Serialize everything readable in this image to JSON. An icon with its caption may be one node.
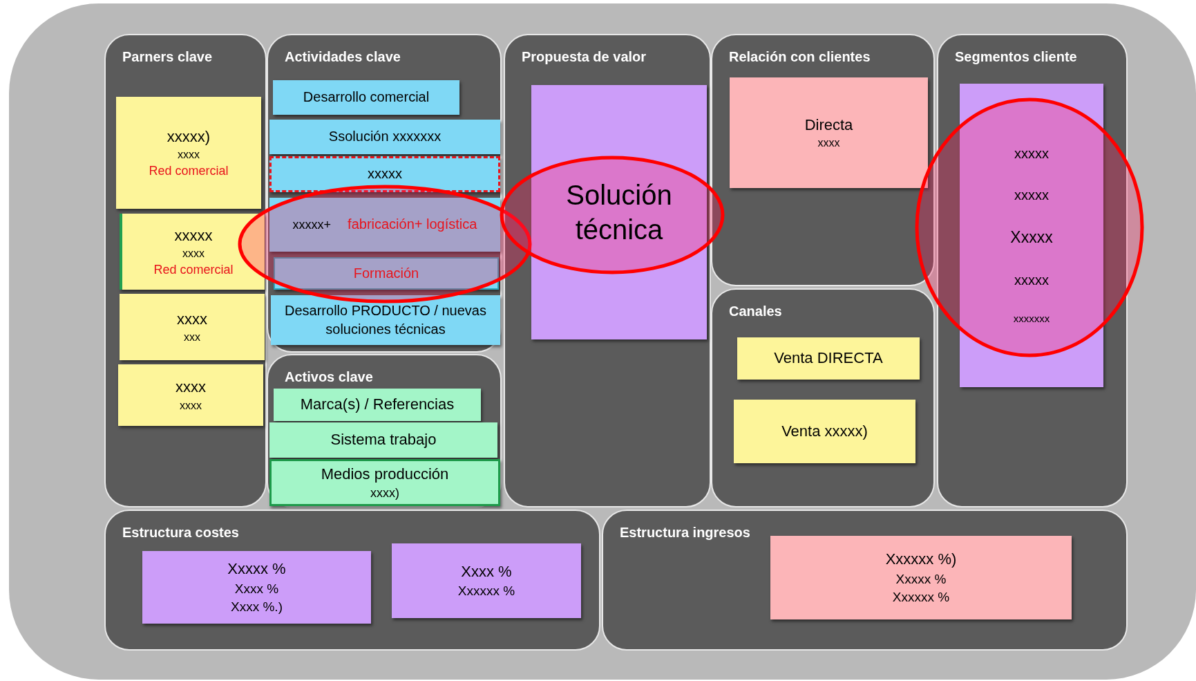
{
  "diagram": {
    "nodes": [
      {
        "text": [
          "Parners clave"
        ]
      },
      {
        "text": [
          "xxxxx)",
          "xxxx",
          "Red comercial"
        ],
        "in": 0
      },
      {
        "text": [
          "xxxxx",
          "xxxx",
          "Red comercial"
        ],
        "in": 0
      },
      {
        "text": [
          "xxxx",
          "xxx"
        ],
        "in": 0
      },
      {
        "text": [
          "xxxx",
          "xxxx"
        ],
        "in": 0
      },
      {
        "text": [
          "Actividades clave"
        ]
      },
      {
        "text": [
          "Desarrollo comercial"
        ],
        "in": 5
      },
      {
        "text": [
          "Ssolución xxxxxxx"
        ],
        "in": 5
      },
      {
        "text": [
          "xxxxx"
        ],
        "in": 5
      },
      {
        "text": [
          "xxxxx+",
          "fabricación+ logística"
        ],
        "in": 5
      },
      {
        "text": [
          "Formación"
        ],
        "in": 5
      },
      {
        "text": [
          "Desarrollo PRODUCTO / nuevas soluciones técnicas"
        ],
        "in": 5
      },
      {
        "text": [
          "Activos clave"
        ]
      },
      {
        "text": [
          "Marca(s) / Referencias"
        ],
        "in": 12
      },
      {
        "text": [
          "Sistema trabajo"
        ],
        "in": 12
      },
      {
        "text": [
          "Medios producción",
          "xxxx)"
        ],
        "in": 12
      },
      {
        "text": [
          "Propuesta de valor"
        ]
      },
      {
        "text": [
          "Solución técnica"
        ],
        "in": 16
      },
      {
        "text": [
          "Relación con clientes"
        ]
      },
      {
        "text": [
          "Directa",
          "xxxx"
        ],
        "in": 18
      },
      {
        "text": [
          "Canales"
        ]
      },
      {
        "text": [
          "Venta DIRECTA"
        ],
        "in": 20
      },
      {
        "text": [
          "Venta xxxxx)"
        ],
        "in": 20
      },
      {
        "text": [
          "Segmentos cliente"
        ]
      },
      {
        "text": [
          "xxxxx",
          "xxxxx",
          "Xxxxx",
          "xxxxx",
          "xxxxxxx"
        ],
        "in": 23
      },
      {
        "text": [
          "Estructura costes"
        ]
      },
      {
        "text": [
          "Xxxxx %",
          "Xxxx %",
          "Xxxx %.)"
        ],
        "in": 25
      },
      {
        "text": [
          "Xxxx %",
          "Xxxxxx %"
        ],
        "in": 25
      },
      {
        "text": [
          "Estructura ingresos"
        ]
      },
      {
        "text": [
          "Xxxxxx %)",
          "Xxxxx %",
          "Xxxxxx %"
        ],
        "in": 28
      }
    ]
  }
}
